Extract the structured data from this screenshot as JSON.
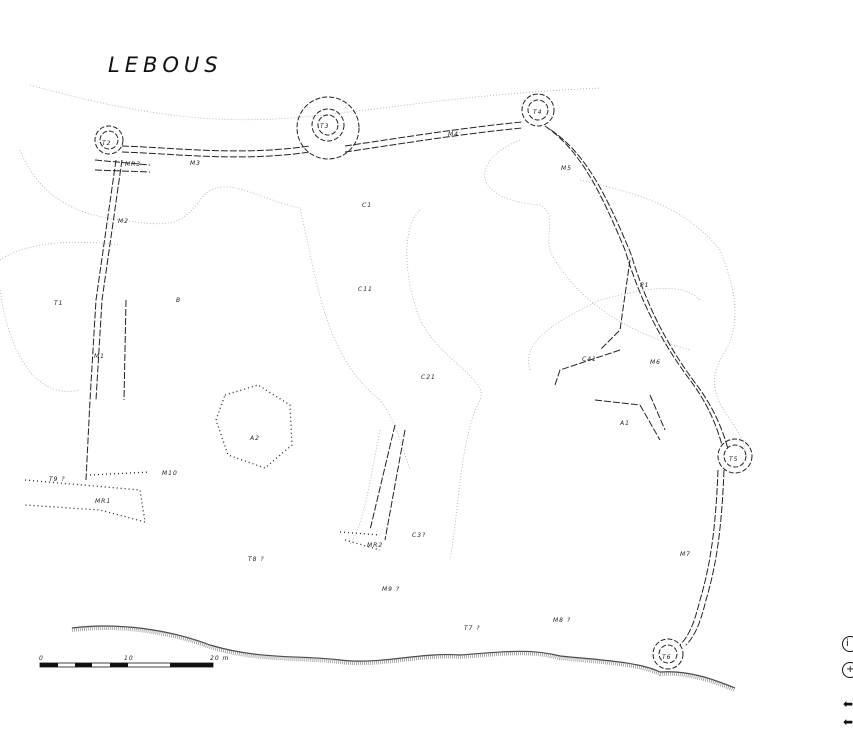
{
  "title": "LEBOUS",
  "labels": {
    "t1": "T1",
    "t2": "T2",
    "t3": "T3",
    "t4": "T4",
    "t5": "T5",
    "t6": "T6",
    "t7": "T7 ?",
    "t8": "T8 ?",
    "t9": "T9 ?",
    "m1": "M1",
    "m2": "M2",
    "m3": "M3",
    "m4": "M4",
    "m5": "M5",
    "m6": "M6",
    "m7": "M7",
    "m8": "M8 ?",
    "m9": "M9 ?",
    "m10": "M10",
    "mr1": "MR1",
    "mr2": "MR2",
    "mr3": "MR3",
    "c1": "C1",
    "c11": "C11",
    "c21": "C21",
    "c31": "C3?",
    "c41": "C41",
    "a1": "A1",
    "a2": "A2",
    "b": "B",
    "p1": "P1"
  },
  "scale_bar": {
    "tick_0": "0",
    "tick_10": "10",
    "tick_20": "20 m"
  },
  "controls": {
    "info_icon": "circle-info-icon",
    "zoom_in_icon": "circle-plus-icon",
    "back_icon": "arrow-left-icon"
  }
}
